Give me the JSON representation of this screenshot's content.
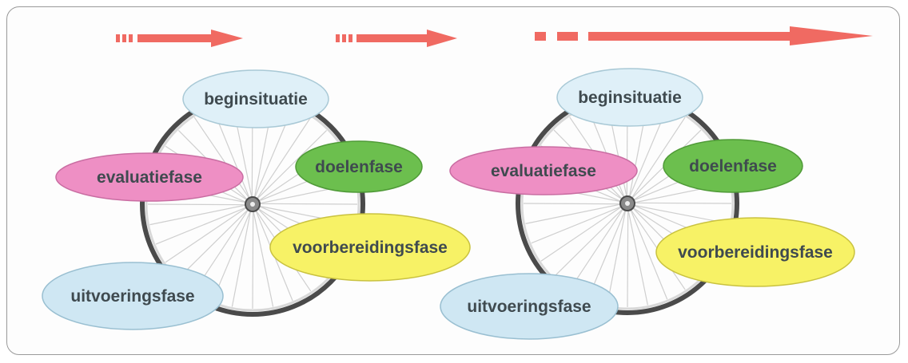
{
  "diagram": {
    "cycles": [
      {
        "phases": {
          "begin": "beginsituatie",
          "goals": "doelenfase",
          "prep": "voorbereidingsfase",
          "exec": "uitvoeringsfase",
          "eval": "evaluatiefase"
        }
      },
      {
        "phases": {
          "begin": "beginsituatie",
          "goals": "doelenfase",
          "prep": "voorbereidingsfase",
          "exec": "uitvoeringsfase",
          "eval": "evaluatiefase"
        }
      }
    ],
    "colors": {
      "arrow": "#f06a62",
      "begin": "#dff0f8",
      "goals": "#6cbf4e",
      "prep": "#f7f266",
      "exec": "#cfe7f3",
      "eval": "#ee8fc4",
      "wheel_rim": "#4a4a4a",
      "spoke": "#cfcfcf"
    }
  }
}
